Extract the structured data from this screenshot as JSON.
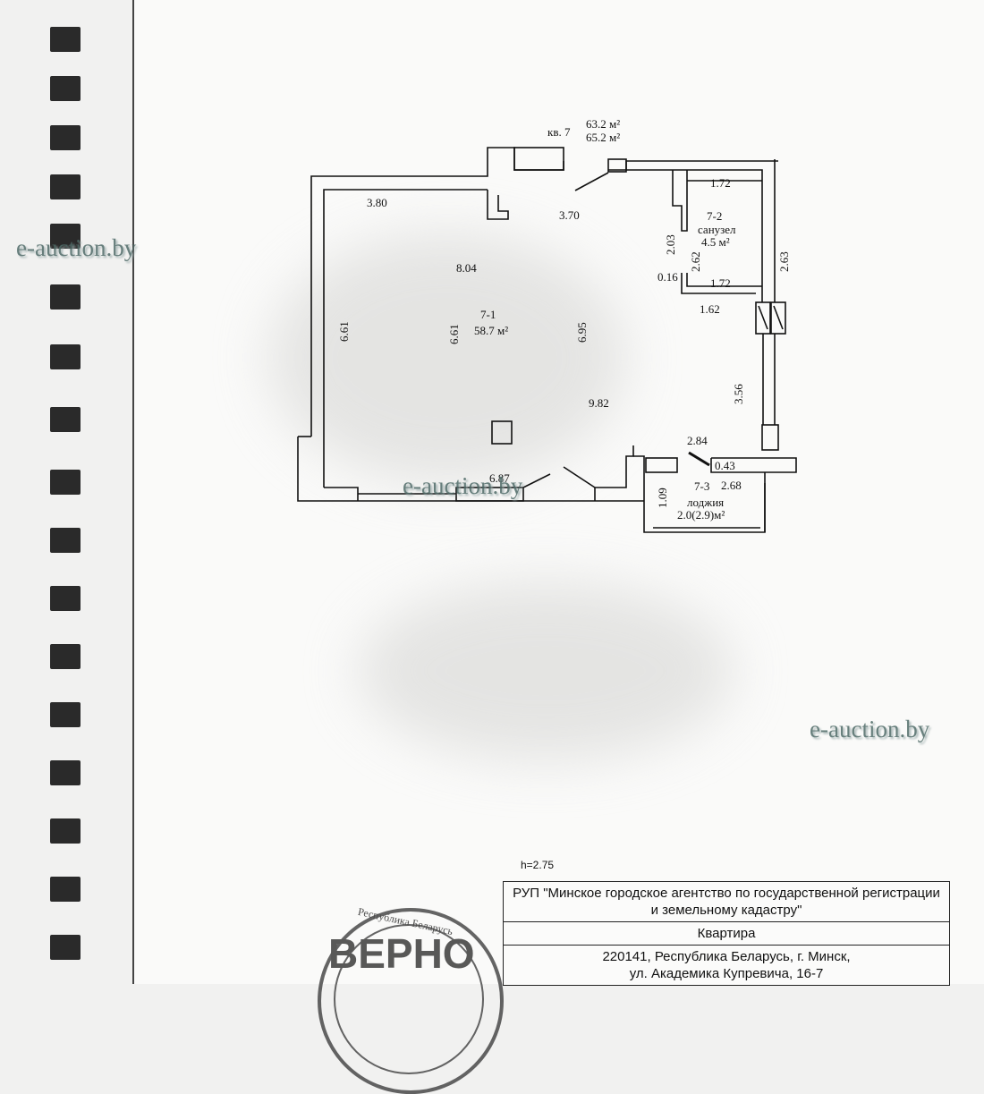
{
  "apartment": {
    "label": "кв. 7",
    "area_living": "63.2 м²",
    "area_total": "65.2 м²"
  },
  "rooms": [
    {
      "id": "7-1",
      "area": "58.7 м²"
    },
    {
      "id": "7-2",
      "name": "санузел",
      "area": "4.5 м²"
    },
    {
      "id": "7-3",
      "name": "лоджия",
      "area": "2.0(2.9)м²"
    }
  ],
  "dimensions": {
    "d380": "3.80",
    "d370": "3.70",
    "d172a": "1.72",
    "d203": "2.03",
    "d262": "2.62",
    "d263": "2.63",
    "d804": "8.04",
    "d016": "0.16",
    "d172b": "1.72",
    "d162": "1.62",
    "d661a": "6.61",
    "d661b": "6.61",
    "d695": "6.95",
    "d356": "3.56",
    "d982": "9.82",
    "d284": "2.84",
    "d043": "0.43",
    "d268": "2.68",
    "d687": "6.87",
    "d109": "1.09"
  },
  "ceiling_height": "h=2.75",
  "watermark": "e-auction.by",
  "title_block": {
    "org": "РУП \"Минское городское агентство по государственной регистрации и земельному кадастру\"",
    "type": "Квартира",
    "address_line1": "220141, Республика Беларусь, г. Минск,",
    "address_line2": "ул. Академика Купревича, 16-7"
  },
  "stamp": {
    "main": "ВЕРНО",
    "arc": "Республика Беларусь"
  }
}
